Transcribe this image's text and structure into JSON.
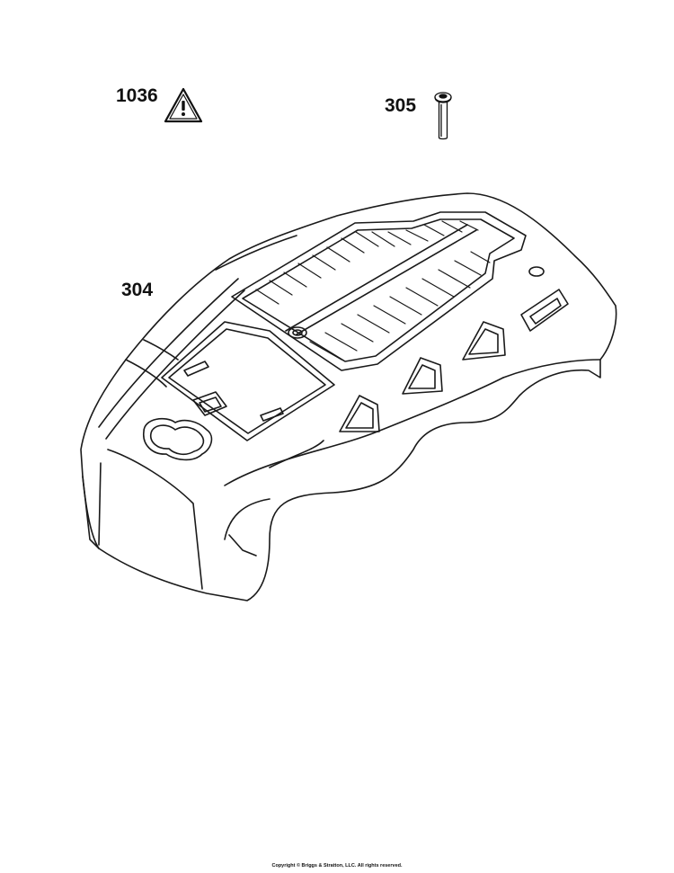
{
  "callouts": {
    "warning_label": "1036",
    "screw": "305",
    "blower_housing": "304"
  },
  "icons": {
    "warning": "warning-triangle-icon",
    "screw": "screw-icon"
  },
  "footer": {
    "copyright": "Copyright © Briggs & Stratton, LLC. All rights reserved."
  },
  "colors": {
    "line": "#111111",
    "background": "#ffffff"
  }
}
